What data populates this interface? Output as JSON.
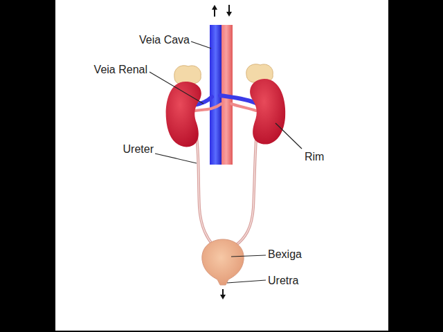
{
  "diagram": {
    "labels": [
      "Veia Cava",
      "Veia Renal",
      "Ureter",
      "Rim",
      "Bexiga",
      "Uretra"
    ]
  }
}
